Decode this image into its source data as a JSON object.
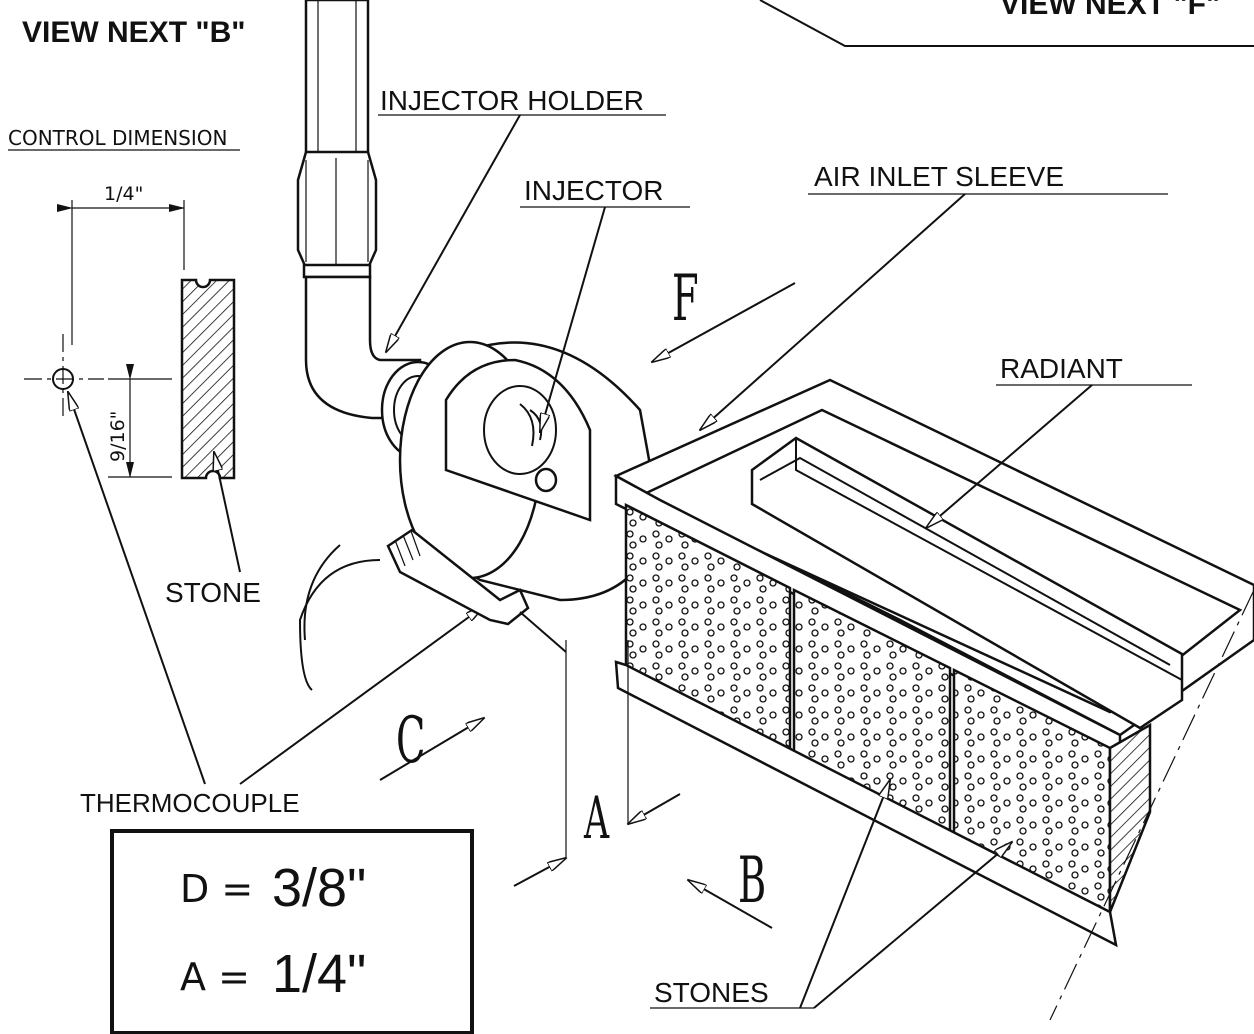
{
  "labels": {
    "view_next_b": "VIEW NEXT \"B\"",
    "view_next_f": "VIEW NEXT \"F\"",
    "control_dimension": "CONTROL DIMENSION",
    "dim_quarter": "1/4\"",
    "dim_nine_sixteenths": "9/16\"",
    "stone": "STONE",
    "thermocouple": "THERMOCOUPLE",
    "injector_holder": "INJECTOR HOLDER",
    "injector": "INJECTOR",
    "air_inlet_sleeve": "AIR INLET SLEEVE",
    "radiant": "RADIANT",
    "stones": "STONES",
    "arrow_f": "F",
    "arrow_c": "C",
    "arrow_a": "A",
    "arrow_b": "B"
  },
  "dimension_box": {
    "d_label": "D =",
    "d_value": "3/8\"",
    "a_label": "A =",
    "a_value": "1/4\""
  }
}
